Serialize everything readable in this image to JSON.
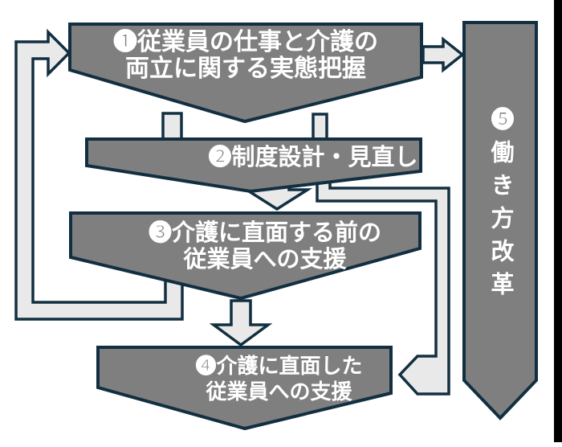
{
  "diagram": {
    "boxes": [
      {
        "id": "1",
        "label": "❶従業員の仕事と介護の\n両立に関する実態把握"
      },
      {
        "id": "2",
        "label": "❷制度設計・見直し"
      },
      {
        "id": "3",
        "label": "❸介護に直面する前の\n従業員への支援"
      },
      {
        "id": "4",
        "label": "❹介護に直面した\n従業員への支援"
      },
      {
        "id": "5",
        "label": "❺働き方改革"
      }
    ],
    "connections": [
      {
        "from": "1",
        "to": "2"
      },
      {
        "from": "1",
        "to": "5"
      },
      {
        "from": "2",
        "to": "3"
      },
      {
        "from": "2",
        "to": "4"
      },
      {
        "from": "3",
        "to": "4"
      },
      {
        "from": "3",
        "to": "1"
      }
    ]
  },
  "colors": {
    "box_fill": "#7f7f7f",
    "outline": "#122f41",
    "arrow_fill": "#e9e9e9",
    "label_text": "#ffffff",
    "side_bar": "#000000",
    "background": "#ffffff"
  }
}
